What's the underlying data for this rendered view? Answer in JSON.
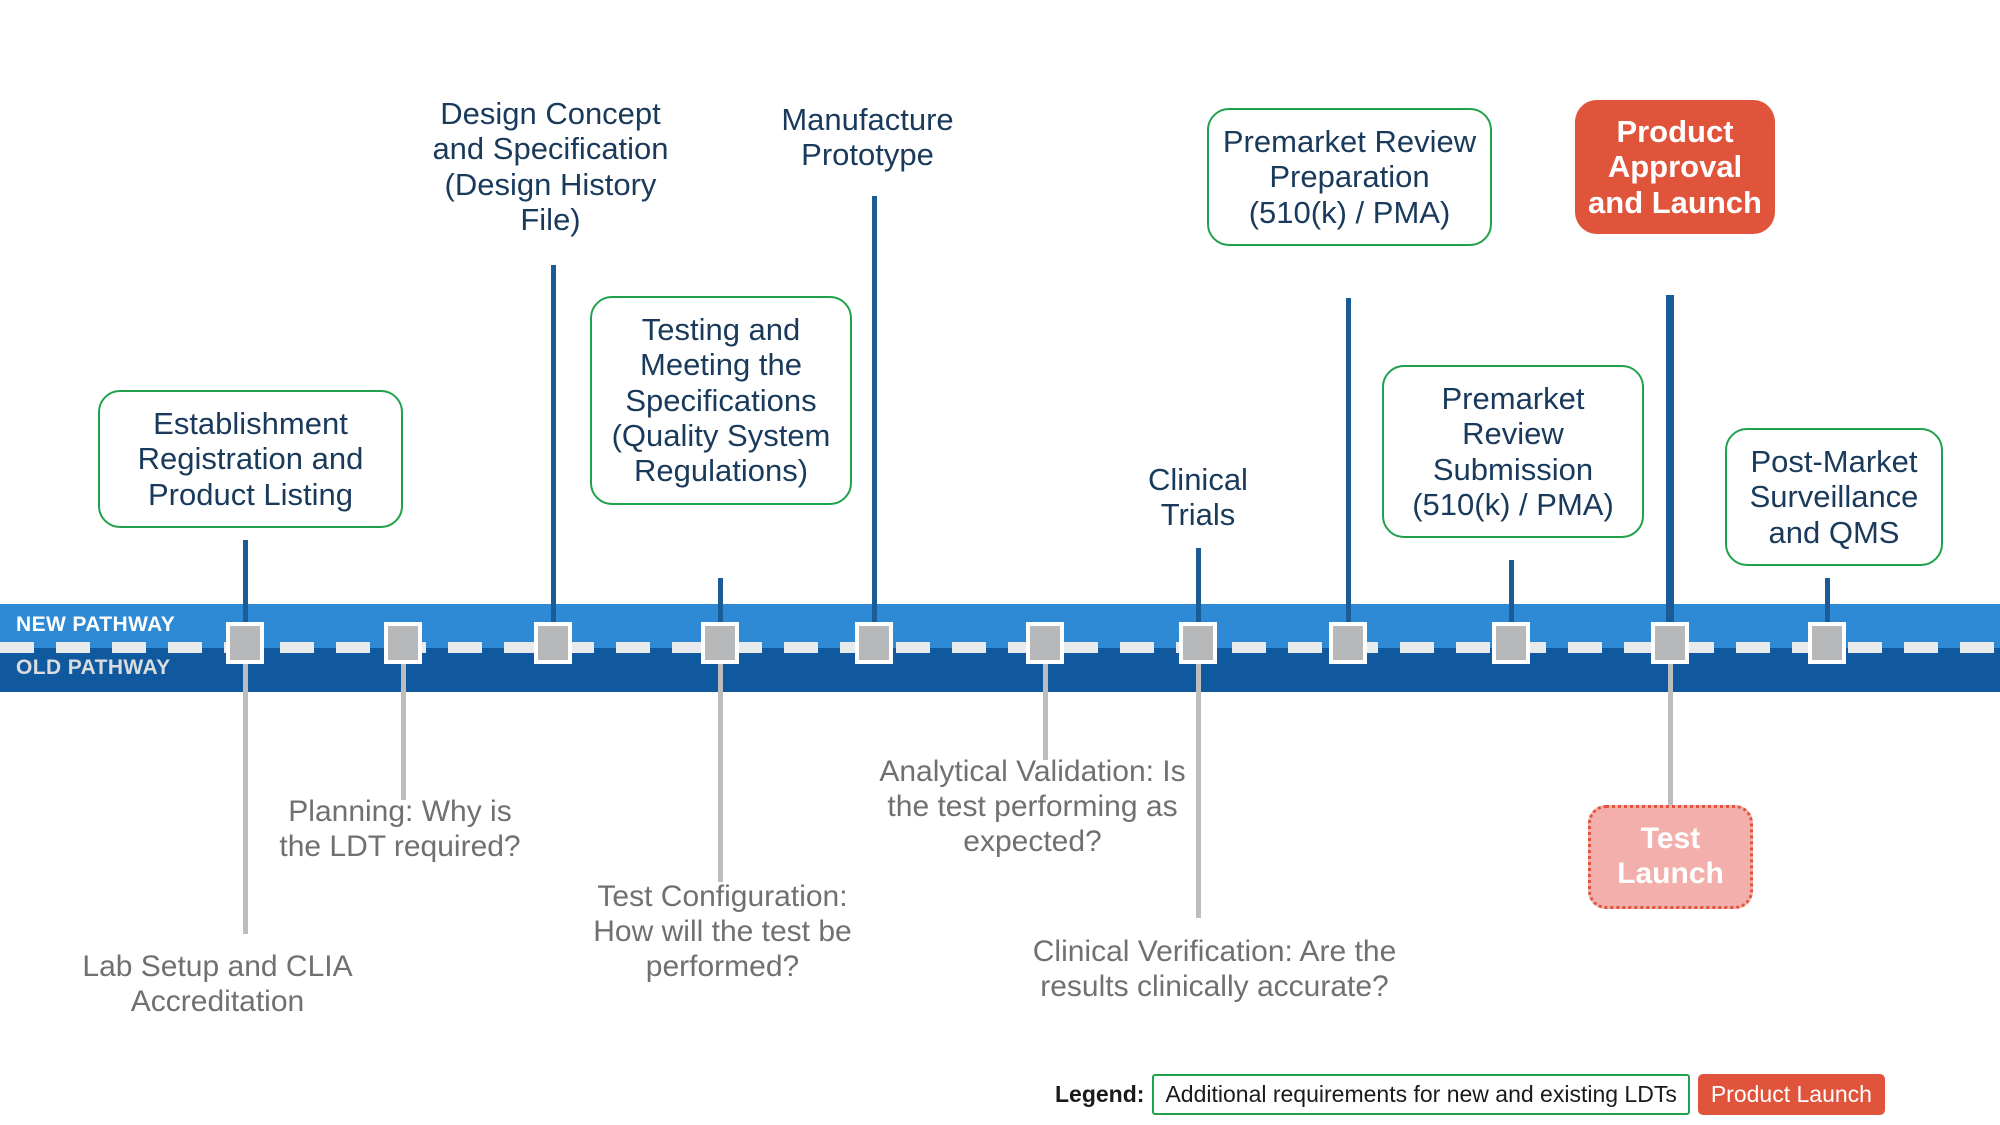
{
  "colors": {
    "new_pathway_band": "#2e8ad4",
    "old_pathway_band": "#11599e",
    "marker_fill": "#b6b8ba",
    "connector_new": "#1b5c96",
    "connector_old": "#bdbdbd",
    "box_border_green": "#21a14b",
    "accent_red": "#e0543c",
    "text_new": "#1a3a5c",
    "text_old": "#6f7072",
    "test_launch_fill": "#f2afab"
  },
  "bands": {
    "new_label": "NEW PATHWAY",
    "old_label": "OLD PATHWAY"
  },
  "new_pathway_nodes": [
    {
      "text": "Establishment Registration and Product Listing",
      "style": "boxed"
    },
    {
      "text": "Design Concept and Specification (Design History File)",
      "style": "plain"
    },
    {
      "text": "Testing and Meeting the Specifications (Quality System Regulations)",
      "style": "boxed"
    },
    {
      "text": "Manufacture Prototype",
      "style": "plain"
    },
    {
      "text": "Premarket Review Preparation (510(k) / PMA)",
      "style": "boxed"
    },
    {
      "text": "Clinical Trials",
      "style": "plain"
    },
    {
      "text": "Premarket Review Submission (510(k) / PMA)",
      "style": "boxed"
    },
    {
      "text": "Product Approval and Launch",
      "style": "red"
    },
    {
      "text": "Post-Market Surveillance and QMS",
      "style": "boxed"
    }
  ],
  "old_pathway_nodes": [
    {
      "text": "Lab Setup and CLIA Accreditation",
      "style": "plain"
    },
    {
      "text": "Planning: Why is the LDT required?",
      "style": "plain"
    },
    {
      "text": "Test Configuration: How will the test be performed?",
      "style": "plain"
    },
    {
      "text": "Analytical Validation: Is the test performing as expected?",
      "style": "plain"
    },
    {
      "text": "Clinical Verification: Are the results clinically accurate?",
      "style": "plain"
    },
    {
      "text": "Test Launch",
      "style": "pink"
    }
  ],
  "legend": {
    "label": "Legend:",
    "green_item": "Additional requirements for new and existing LDTs",
    "red_item": "Product Launch"
  }
}
